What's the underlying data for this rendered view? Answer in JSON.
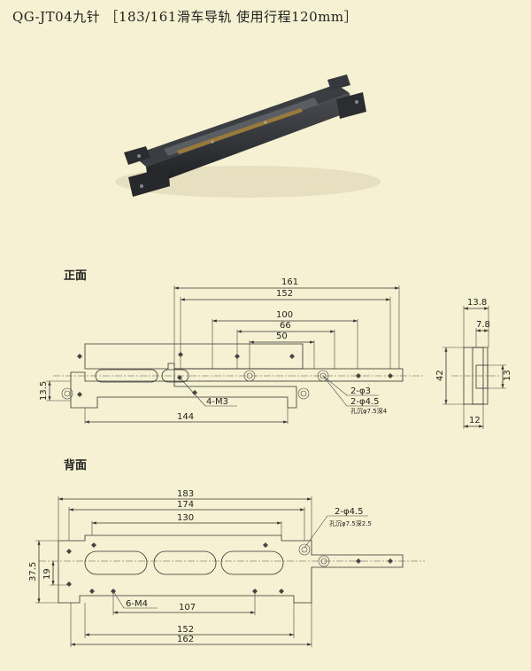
{
  "title": "QG-JT04九针 ［183/161滑车导轨 使用行程120mm］",
  "sections": {
    "front": "正面",
    "back": "背面"
  },
  "front_dims": {
    "d161": "161",
    "d152": "152",
    "d100": "100",
    "d66": "66",
    "d50": "50",
    "d13_5": "13.5",
    "d144": "144",
    "m3": "4-M3",
    "phi3": "2-φ3",
    "phi45": "2-φ4.5",
    "counter": "孔沉φ7.5深4"
  },
  "side_dims": {
    "d13_8": "13.8",
    "d7_8": "7.8",
    "d42": "42",
    "d13": "13",
    "d12": "12"
  },
  "back_dims": {
    "d183": "183",
    "d174": "174",
    "d130": "130",
    "d37_5": "37.5",
    "d19": "19",
    "m4": "6-M4",
    "d107": "107",
    "d152": "152",
    "d162": "162",
    "phi45": "2-φ4.5",
    "counter": "孔沉φ7.5深2.5"
  },
  "colors": {
    "background": "#f6f1d2",
    "line": "#333333",
    "photo_dark": "#2b2d30"
  }
}
